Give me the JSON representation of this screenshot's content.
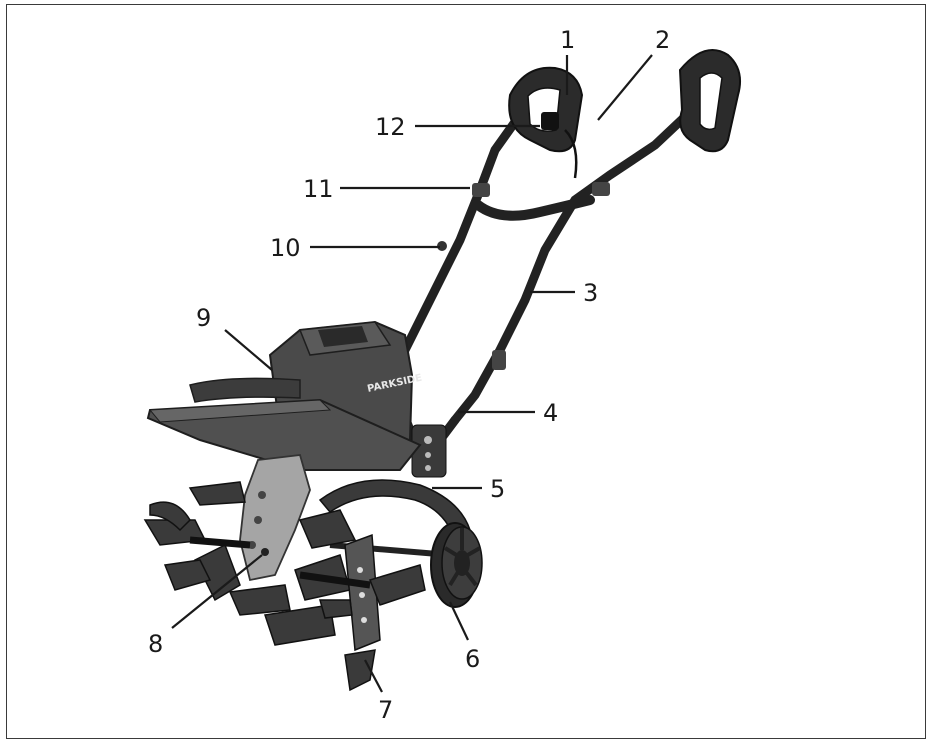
{
  "figure": {
    "brand_logo_text": "PARKSIDE",
    "colors": {
      "frame": "#3a3a3a",
      "body": "#4a4a4a",
      "body_dark": "#2e2e2e",
      "metal": "#9c9c9c",
      "tine": "#3a3a3a",
      "handle": "#222222"
    },
    "callouts": [
      {
        "id": "1",
        "label": "1"
      },
      {
        "id": "2",
        "label": "2"
      },
      {
        "id": "3",
        "label": "3"
      },
      {
        "id": "4",
        "label": "4"
      },
      {
        "id": "5",
        "label": "5"
      },
      {
        "id": "6",
        "label": "6"
      },
      {
        "id": "7",
        "label": "7"
      },
      {
        "id": "8",
        "label": "8"
      },
      {
        "id": "9",
        "label": "9"
      },
      {
        "id": "10",
        "label": "10"
      },
      {
        "id": "11",
        "label": "11"
      },
      {
        "id": "12",
        "label": "12"
      }
    ]
  }
}
